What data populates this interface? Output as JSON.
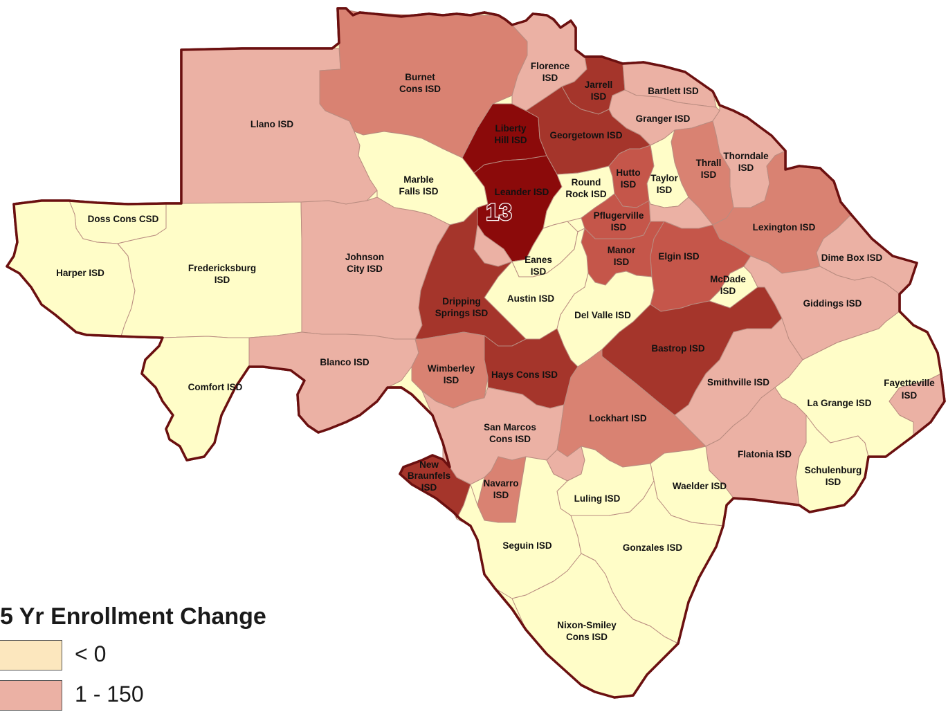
{
  "colors": {
    "cat_lt0": "#fffdc8",
    "cat_1_150": "#ebb1a4",
    "cat_mid": "#d98272",
    "cat_high": "#c5564a",
    "cat_higher": "#a5352b",
    "cat_top": "#8b0a0a",
    "border": "#6b1010",
    "inner_border": "#b98c80"
  },
  "region_number": "13",
  "legend": {
    "title": "5 Yr Enrollment Change",
    "items": [
      {
        "label": "< 0",
        "color": "#fce7be"
      },
      {
        "label": "1 - 150",
        "color": "#ebb1a4"
      }
    ]
  },
  "districts": [
    {
      "name": "Llano ISD",
      "category": "1-150"
    },
    {
      "name": "Burnet Cons ISD",
      "category": "mid"
    },
    {
      "name": "Florence ISD",
      "category": "1-150"
    },
    {
      "name": "Jarrell ISD",
      "category": "higher"
    },
    {
      "name": "Bartlett ISD",
      "category": "1-150"
    },
    {
      "name": "Granger ISD",
      "category": "1-150"
    },
    {
      "name": "Liberty Hill ISD",
      "category": "top"
    },
    {
      "name": "Georgetown ISD",
      "category": "higher"
    },
    {
      "name": "Thorndale ISD",
      "category": "1-150"
    },
    {
      "name": "Thrall ISD",
      "category": "mid"
    },
    {
      "name": "Marble Falls ISD",
      "category": "lt0"
    },
    {
      "name": "Hutto ISD",
      "category": "higher"
    },
    {
      "name": "Taylor ISD",
      "category": "lt0"
    },
    {
      "name": "Leander ISD",
      "category": "top"
    },
    {
      "name": "Round Rock ISD",
      "category": "lt0"
    },
    {
      "name": "Doss Cons CSD",
      "category": "lt0"
    },
    {
      "name": "Pflugerville ISD",
      "category": "high"
    },
    {
      "name": "Lexington ISD",
      "category": "mid"
    },
    {
      "name": "Harper ISD",
      "category": "lt0"
    },
    {
      "name": "Fredericksburg ISD",
      "category": "lt0"
    },
    {
      "name": "Johnson City ISD",
      "category": "1-150"
    },
    {
      "name": "Manor ISD",
      "category": "high"
    },
    {
      "name": "Eanes ISD",
      "category": "lt0"
    },
    {
      "name": "Elgin ISD",
      "category": "high"
    },
    {
      "name": "Dime Box ISD",
      "category": "1-150"
    },
    {
      "name": "McDade ISD",
      "category": "lt0"
    },
    {
      "name": "Austin ISD",
      "category": "lt0"
    },
    {
      "name": "Dripping Springs ISD",
      "category": "higher"
    },
    {
      "name": "Giddings ISD",
      "category": "1-150"
    },
    {
      "name": "Del Valle ISD",
      "category": "lt0"
    },
    {
      "name": "Bastrop ISD",
      "category": "higher"
    },
    {
      "name": "Blanco ISD",
      "category": "1-150"
    },
    {
      "name": "Wimberley ISD",
      "category": "mid"
    },
    {
      "name": "Hays Cons ISD",
      "category": "higher"
    },
    {
      "name": "Comfort ISD",
      "category": "lt0"
    },
    {
      "name": "Smithville ISD",
      "category": "1-150"
    },
    {
      "name": "Fayetteville ISD",
      "category": "1-150"
    },
    {
      "name": "La Grange ISD",
      "category": "lt0"
    },
    {
      "name": "San Marcos Cons ISD",
      "category": "1-150"
    },
    {
      "name": "Lockhart ISD",
      "category": "mid"
    },
    {
      "name": "Flatonia ISD",
      "category": "1-150"
    },
    {
      "name": "New Braunfels ISD",
      "category": "higher"
    },
    {
      "name": "Schulenburg ISD",
      "category": "lt0"
    },
    {
      "name": "Navarro ISD",
      "category": "mid"
    },
    {
      "name": "Waelder ISD",
      "category": "lt0"
    },
    {
      "name": "Luling ISD",
      "category": "lt0"
    },
    {
      "name": "Seguin ISD",
      "category": "lt0"
    },
    {
      "name": "Gonzales ISD",
      "category": "lt0"
    },
    {
      "name": "Nixon-Smiley Cons ISD",
      "category": "lt0"
    }
  ]
}
